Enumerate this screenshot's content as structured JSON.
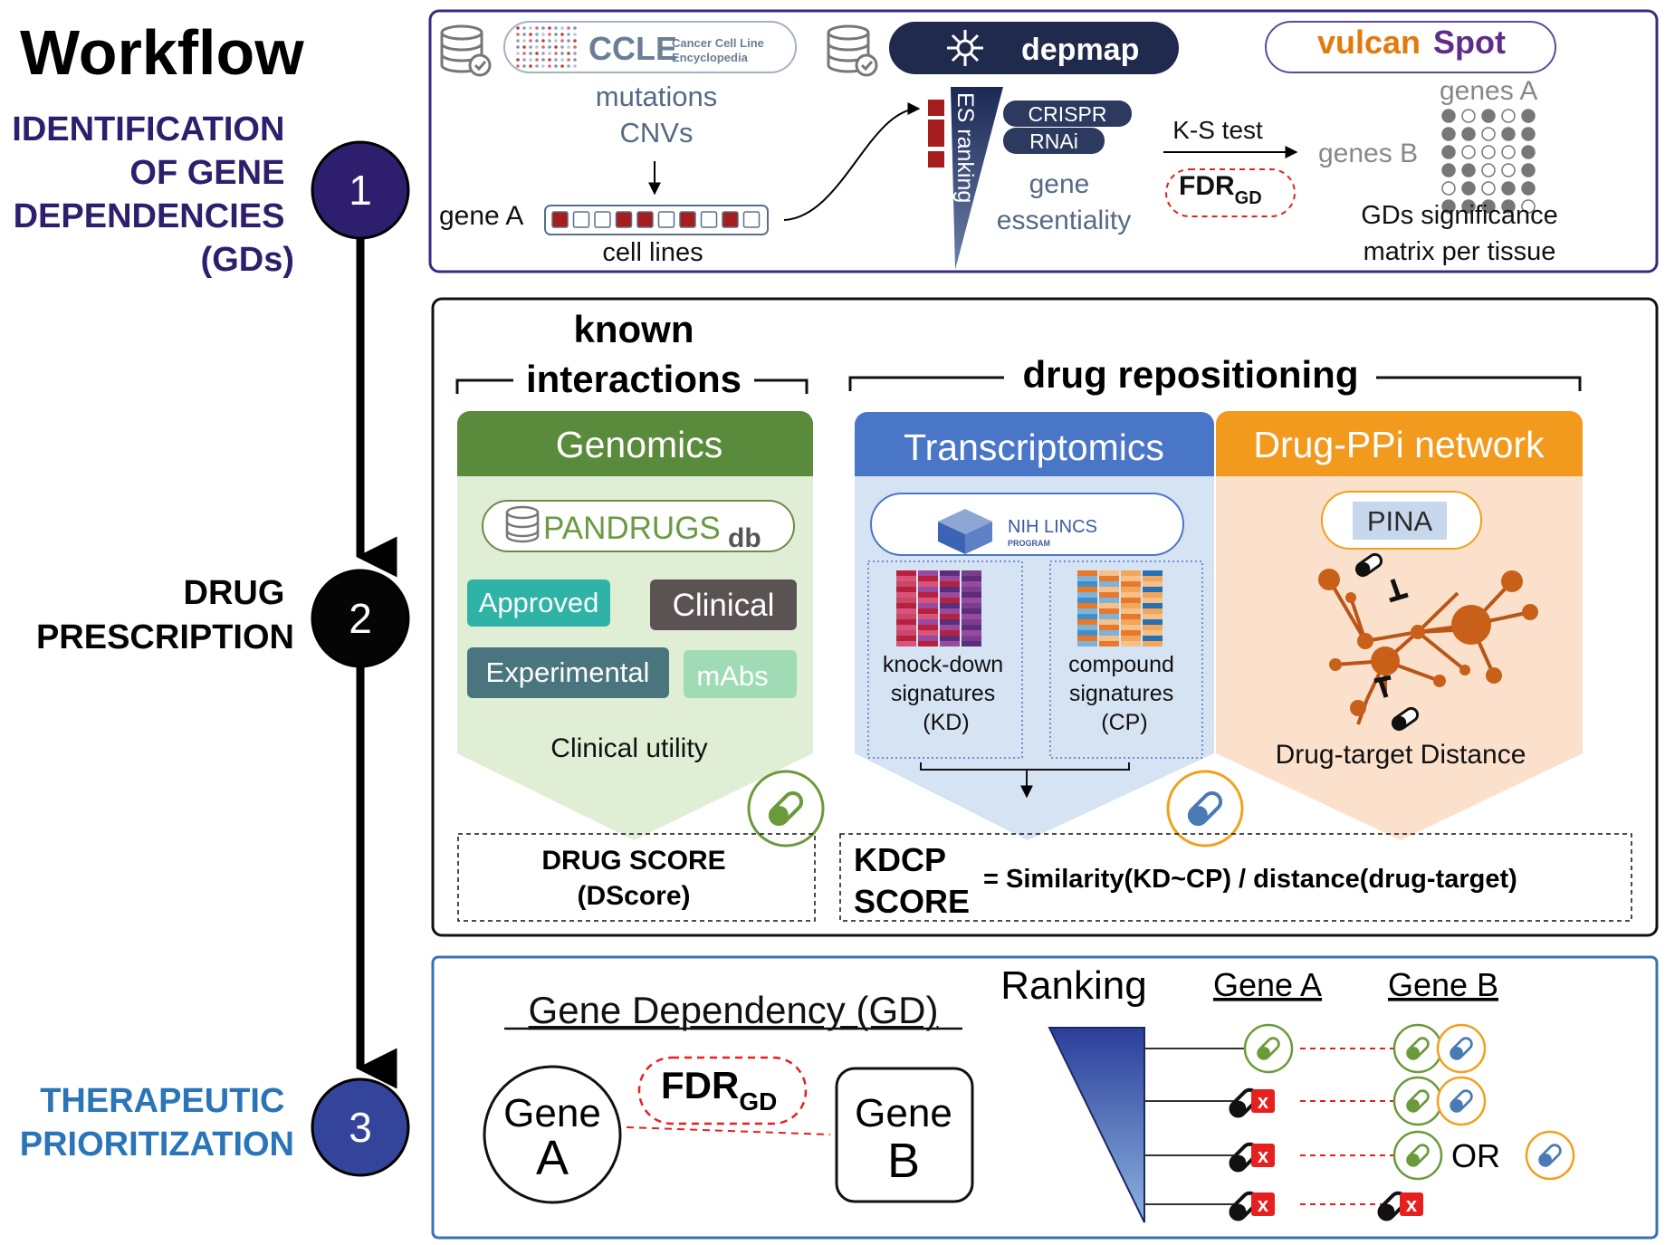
{
  "workflow": {
    "title": "Workflow",
    "steps": [
      {
        "number": "1",
        "label_lines": [
          "IDENTIFICATION",
          "OF GENE",
          "DEPENDENCIES",
          "(GDs)"
        ],
        "color": "#2e1f6e",
        "text_color": "#2e1f6e"
      },
      {
        "number": "2",
        "label_lines": [
          "DRUG",
          "PRESCRIPTION"
        ],
        "color": "#050505",
        "text_color": "#050505"
      },
      {
        "number": "3",
        "label_lines": [
          "THERAPEUTIC",
          "PRIORITIZATION"
        ],
        "color": "#33449a",
        "text_color": "#2a74b8"
      }
    ]
  },
  "panel1": {
    "ccle": {
      "logo": "CCLE",
      "sub_line1": "Cancer Cell Line",
      "sub_line2": "Encyclopedia"
    },
    "mutations": "mutations",
    "cnvs": "CNVs",
    "gene_a": "gene A",
    "cell_lines": "cell lines",
    "cell_pattern": [
      1,
      0,
      0,
      1,
      1,
      0,
      1,
      0,
      1,
      0
    ],
    "depmap": "depmap",
    "es_ranking": "ES ranking",
    "crispr": "CRISPR",
    "rnai": "RNAi",
    "gene_essentiality_l1": "gene",
    "gene_essentiality_l2": "essentiality",
    "ks_test": "K-S test",
    "fdr": "FDR",
    "fdr_sub": "GD",
    "vulcan_a": "vulcan",
    "vulcan_b": "Spot",
    "genes_a": "genes A",
    "genes_b": "genes B",
    "gds_l1": "GDs significance",
    "gds_l2": "matrix per tissue"
  },
  "panel2": {
    "known_l1": "known",
    "known_l2": "interactions",
    "repositioning": "drug repositioning",
    "genomics": {
      "title": "Genomics",
      "logo_a": "PANDRUGS",
      "logo_b": "db",
      "badges": [
        "Approved",
        "Clinical",
        "Experimental",
        "mAbs"
      ],
      "caption": "Clinical utility"
    },
    "transcriptomics": {
      "title": "Transcriptomics",
      "logo_a": "NIH LINCS",
      "logo_b": "PROGRAM",
      "kd_lines": [
        "knock-down",
        "signatures",
        "(KD)"
      ],
      "cp_lines": [
        "compound",
        "signatures",
        "(CP)"
      ]
    },
    "network": {
      "title": "Drug-PPi network",
      "logo": "PINA",
      "caption": "Drug-target Distance"
    },
    "drug_score_l1": "DRUG SCORE",
    "drug_score_l2": "(DScore)",
    "kdcp_l1": "KDCP",
    "kdcp_l2": "SCORE",
    "kdcp_formula": "= Similarity(KD~CP) /  distance(drug-target)",
    "colors": {
      "genomics": "#5a8a3c",
      "genomics_bg": "#dfeed4",
      "transcriptomics": "#4a76c8",
      "transcriptomics_bg": "#d6e3f3",
      "network": "#f29a1e",
      "network_bg": "#fbe0cc",
      "approved": "#2eb3a6",
      "clinical": "#5b5254",
      "experimental": "#4a757f",
      "mabs": "#9fdcb6"
    }
  },
  "panel3": {
    "gene_dependency": "Gene Dependency (GD)",
    "gene_a_l1": "Gene",
    "gene_a_l2": "A",
    "gene_b_l1": "Gene",
    "gene_b_l2": "B",
    "fdr": "FDR",
    "fdr_sub": "GD",
    "ranking": "Ranking",
    "col_gene_a": "Gene A",
    "col_gene_b": "Gene B",
    "or": "OR",
    "rows": [
      {
        "a": "green",
        "b": [
          "green",
          "blue"
        ]
      },
      {
        "a": "x",
        "b": [
          "green",
          "blue"
        ]
      },
      {
        "a": "x",
        "b": [
          "green",
          "or",
          "blue"
        ]
      },
      {
        "a": "x",
        "b": [
          "x"
        ]
      }
    ]
  }
}
